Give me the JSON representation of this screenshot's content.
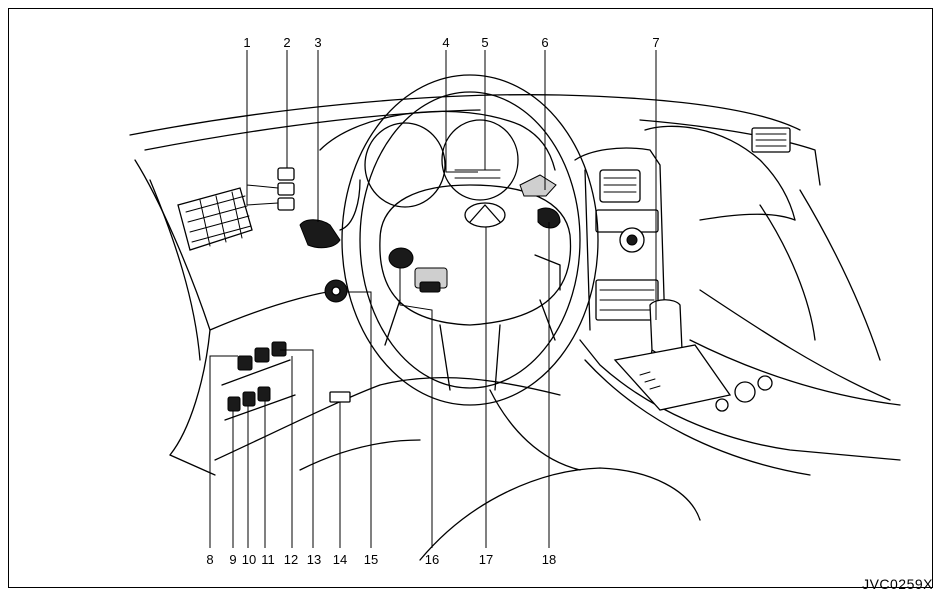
{
  "figure_code": "JVC0259X",
  "callouts": [
    {
      "id": "1",
      "label": "1"
    },
    {
      "id": "2",
      "label": "2"
    },
    {
      "id": "3",
      "label": "3"
    },
    {
      "id": "4",
      "label": "4"
    },
    {
      "id": "5",
      "label": "5"
    },
    {
      "id": "6",
      "label": "6"
    },
    {
      "id": "7",
      "label": "7"
    },
    {
      "id": "8",
      "label": "8"
    },
    {
      "id": "9",
      "label": "9"
    },
    {
      "id": "10",
      "label": "10"
    },
    {
      "id": "11",
      "label": "11"
    },
    {
      "id": "12",
      "label": "12"
    },
    {
      "id": "13",
      "label": "13"
    },
    {
      "id": "14",
      "label": "14"
    },
    {
      "id": "15",
      "label": "15"
    },
    {
      "id": "16",
      "label": "16"
    },
    {
      "id": "17",
      "label": "17"
    },
    {
      "id": "18",
      "label": "18"
    }
  ]
}
